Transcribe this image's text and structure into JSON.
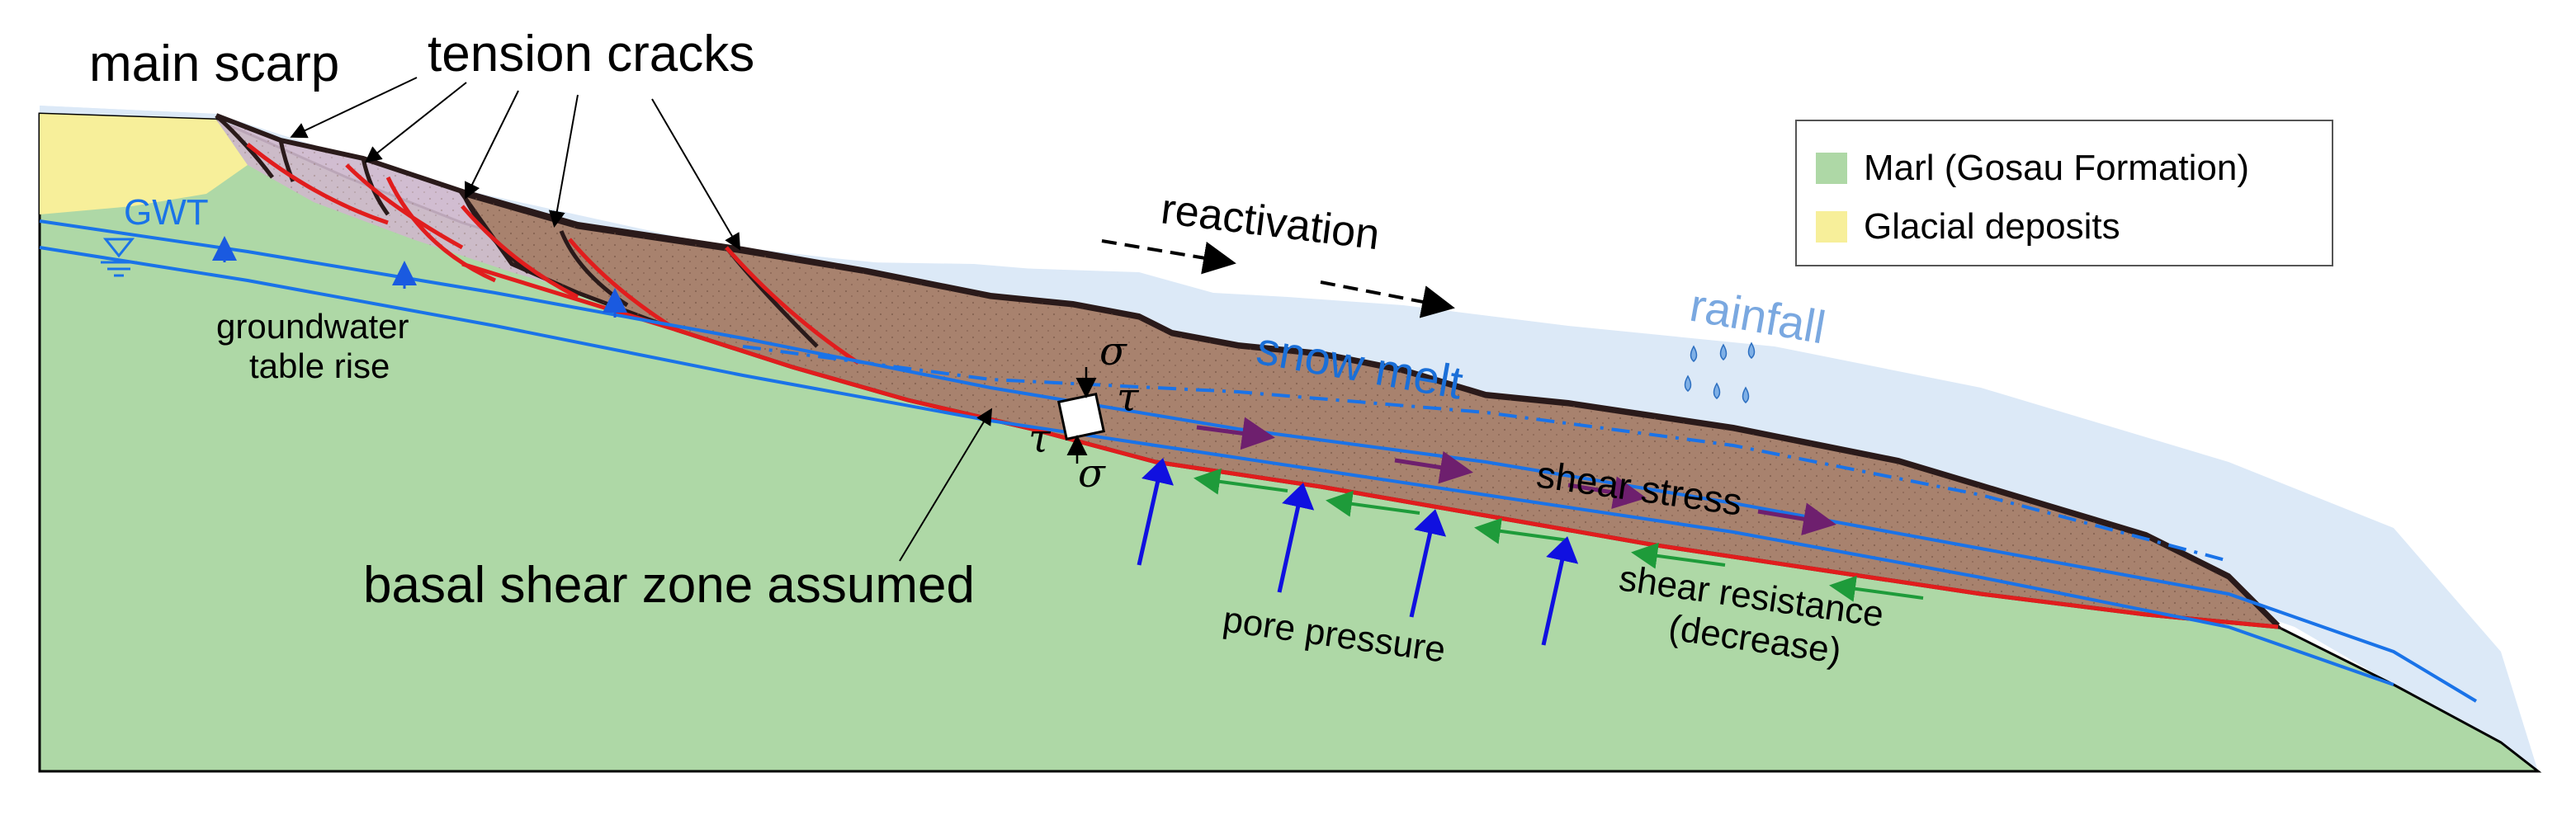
{
  "labels": {
    "main_scarp": "main scarp",
    "tension_cracks": "tension cracks",
    "reactivation": "reactivation",
    "gwt": "GWT",
    "groundwater_line1": "groundwater",
    "groundwater_line2": "table rise",
    "snow_melt": "snow melt",
    "rainfall": "rainfall",
    "sigma_top": "σ",
    "tau_right": "τ",
    "tau_left": "τ",
    "sigma_bottom": "σ",
    "shear_stress": "shear stress",
    "basal_shear_zone": "basal shear zone assumed",
    "pore_pressure": "pore pressure",
    "shear_resistance_line1": "shear resistance",
    "shear_resistance_line2": "(decrease)"
  },
  "legend": {
    "items": [
      {
        "label": "Marl (Gosau Formation)",
        "color": "#aed8a6"
      },
      {
        "label": "Glacial deposits",
        "color": "#f7ef9a"
      }
    ]
  },
  "colors": {
    "marl": "#aed8a6",
    "glacial": "#f7ef9a",
    "snow": "#dce9f7",
    "landslide_body": "#a8826e",
    "upper_blocks": "#cfb8cc",
    "shear_zone": "#e11d1d",
    "groundwater": "#1a73e8",
    "pore_pressure_arrow": "#1010e0",
    "shear_resistance_arrow": "#1e9b3a",
    "shear_stress_arrow": "#6e1f6e"
  }
}
